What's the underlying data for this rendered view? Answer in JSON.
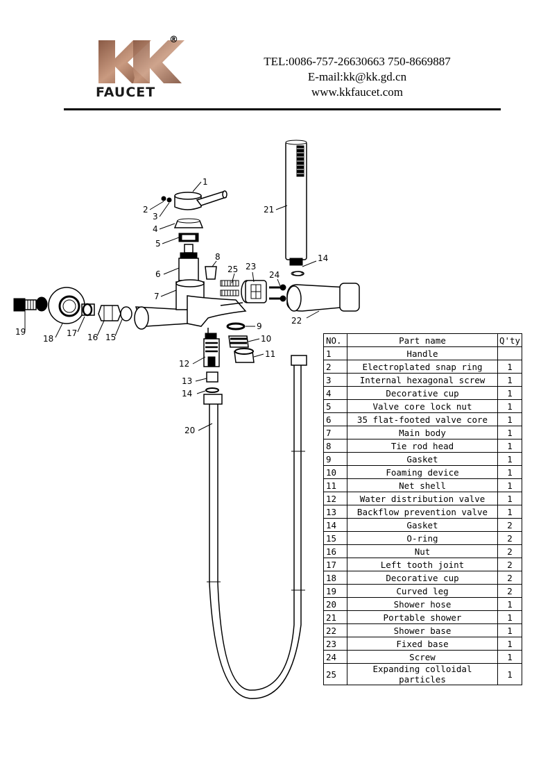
{
  "header": {
    "logo_letters": "KK",
    "logo_word": "FAUCET",
    "logo_registered": "®",
    "tel": "TEL:0086-757-26630663 750-8669887",
    "email": "E-mail:kk@kk.gd.cn",
    "website": "www.kkfaucet.com",
    "brand_color": "#b07a5e"
  },
  "diagram": {
    "callouts": [
      "1",
      "2",
      "3",
      "4",
      "5",
      "6",
      "7",
      "8",
      "9",
      "10",
      "11",
      "12",
      "13",
      "14",
      "14",
      "15",
      "16",
      "17",
      "18",
      "19",
      "20",
      "21",
      "22",
      "23",
      "24",
      "25"
    ]
  },
  "parts_table": {
    "headers": {
      "no": "NO.",
      "name": "Part name",
      "qty": "Q'ty"
    },
    "rows": [
      {
        "no": "1",
        "name": "Handle",
        "qty": ""
      },
      {
        "no": "2",
        "name": "Electroplated snap ring",
        "qty": "1"
      },
      {
        "no": "3",
        "name": "Internal hexagonal screw",
        "qty": "1"
      },
      {
        "no": "4",
        "name": "Decorative cup",
        "qty": "1"
      },
      {
        "no": "5",
        "name": "Valve core lock nut",
        "qty": "1"
      },
      {
        "no": "6",
        "name": "35 flat-footed valve core",
        "qty": "1"
      },
      {
        "no": "7",
        "name": "Main body",
        "qty": "1"
      },
      {
        "no": "8",
        "name": "Tie rod head",
        "qty": "1"
      },
      {
        "no": "9",
        "name": "Gasket",
        "qty": "1"
      },
      {
        "no": "10",
        "name": "Foaming device",
        "qty": "1"
      },
      {
        "no": "11",
        "name": "Net shell",
        "qty": "1"
      },
      {
        "no": "12",
        "name": "Water distribution valve",
        "qty": "1"
      },
      {
        "no": "13",
        "name": "Backflow prevention valve",
        "qty": "1"
      },
      {
        "no": "14",
        "name": "Gasket",
        "qty": "2"
      },
      {
        "no": "15",
        "name": "O-ring",
        "qty": "2"
      },
      {
        "no": "16",
        "name": "Nut",
        "qty": "2"
      },
      {
        "no": "17",
        "name": "Left tooth joint",
        "qty": "2"
      },
      {
        "no": "18",
        "name": "Decorative cup",
        "qty": "2"
      },
      {
        "no": "19",
        "name": "Curved leg",
        "qty": "2"
      },
      {
        "no": "20",
        "name": "Shower hose",
        "qty": "1"
      },
      {
        "no": "21",
        "name": "Portable shower",
        "qty": "1"
      },
      {
        "no": "22",
        "name": "Shower base",
        "qty": "1"
      },
      {
        "no": "23",
        "name": "Fixed base",
        "qty": "1"
      },
      {
        "no": "24",
        "name": "Screw",
        "qty": "1"
      },
      {
        "no": "25",
        "name": "Expanding colloidal particles",
        "qty": "1"
      }
    ]
  }
}
